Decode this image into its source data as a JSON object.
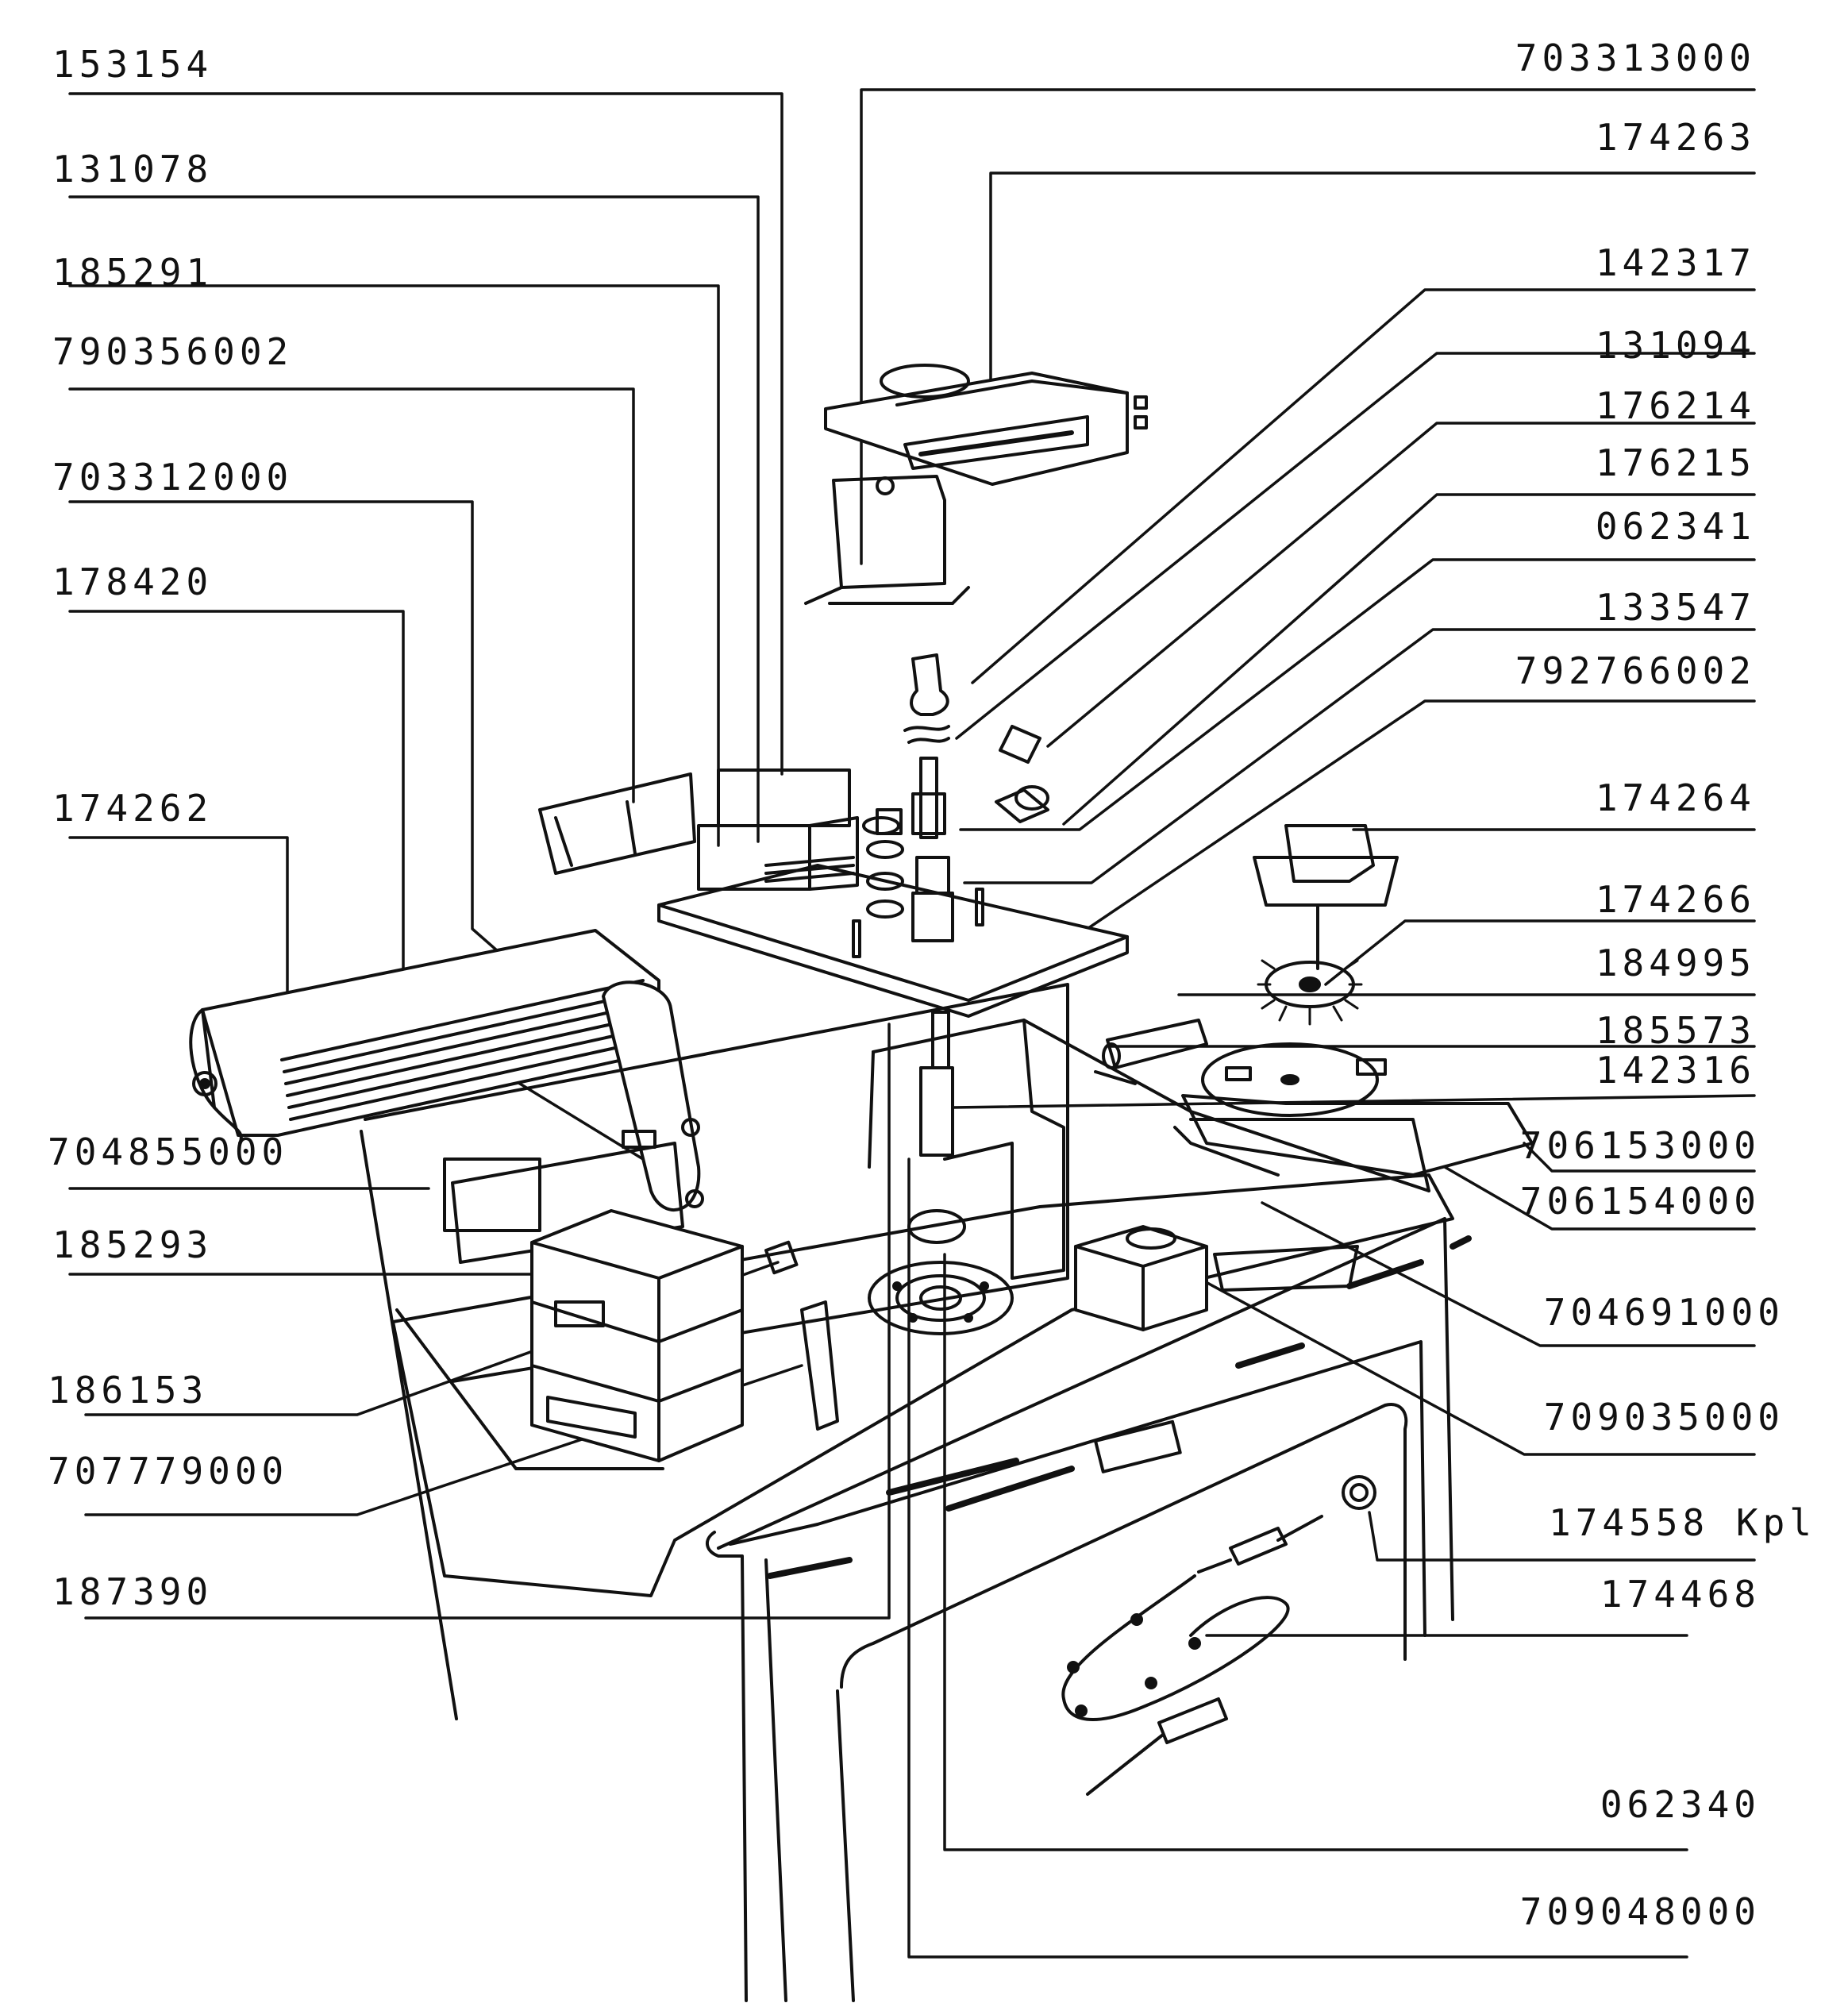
{
  "colors": {
    "ink": "#111111",
    "background": "#ffffff"
  },
  "labels_left": [
    "153154",
    "131078",
    "185291",
    "790356002",
    "703312000",
    "178420",
    "174262",
    "704855000",
    "185293",
    "186153",
    "707779000",
    "187390"
  ],
  "labels_right": [
    "703313000",
    "174263",
    "142317",
    "131094",
    "176214",
    "176215",
    "062341",
    "133547",
    "792766002",
    "174264",
    "174266",
    "184995",
    "185573",
    "142316",
    "706153000",
    "706154000",
    "704691000",
    "709035000",
    "174558 Kpl",
    "174468",
    "062340",
    "709048000"
  ]
}
